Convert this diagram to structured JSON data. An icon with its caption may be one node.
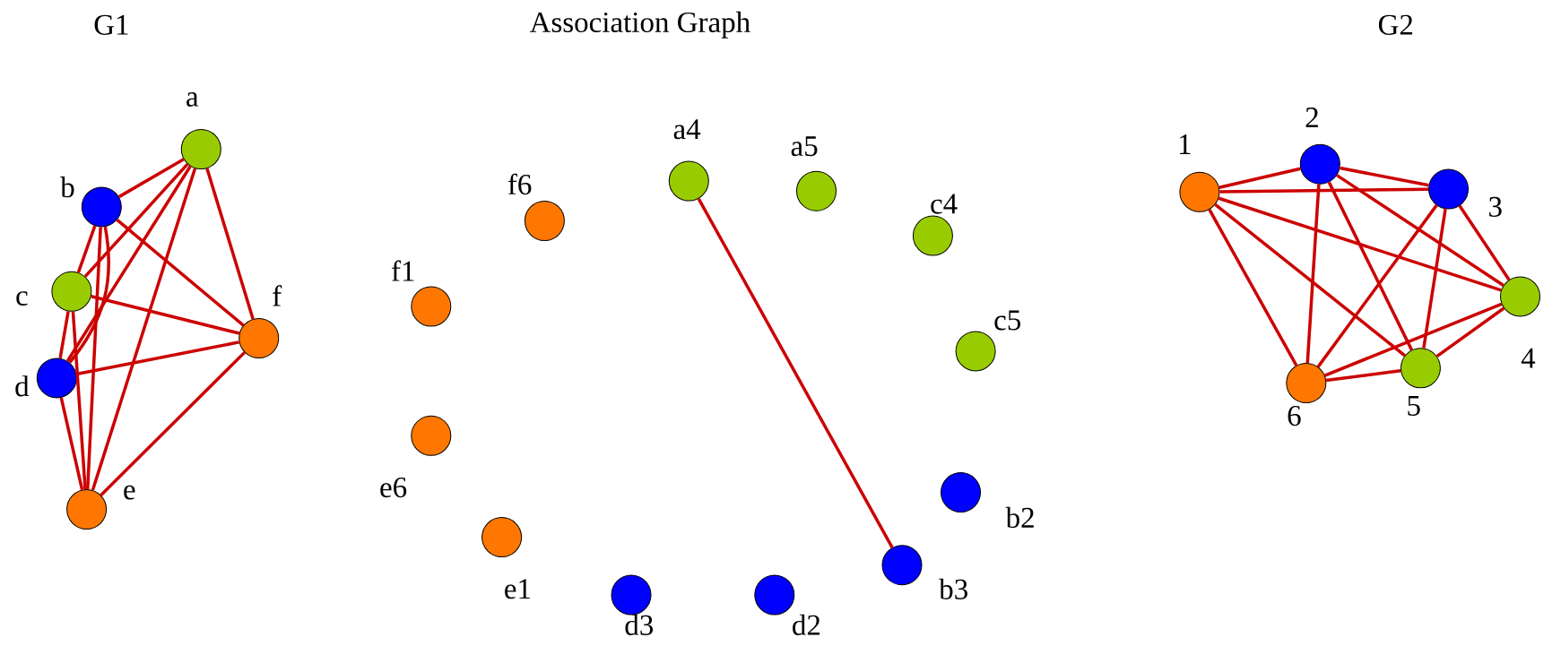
{
  "diagram": {
    "nodes": [
      {
        "text": [
          "a"
        ]
      },
      {
        "text": [
          "b"
        ]
      },
      {
        "text": [
          "c"
        ]
      },
      {
        "text": [
          "d"
        ]
      },
      {
        "text": [
          "e"
        ]
      },
      {
        "text": [
          "f"
        ]
      },
      {
        "text": [
          "a4"
        ]
      },
      {
        "text": [
          "a5"
        ]
      },
      {
        "text": [
          "c4"
        ]
      },
      {
        "text": [
          "c5"
        ]
      },
      {
        "text": [
          "b2"
        ]
      },
      {
        "text": [
          "b3"
        ]
      },
      {
        "text": [
          "d2"
        ]
      },
      {
        "text": [
          "d3"
        ]
      },
      {
        "text": [
          "e1"
        ]
      },
      {
        "text": [
          "e6"
        ]
      },
      {
        "text": [
          "f1"
        ]
      },
      {
        "text": [
          "f6"
        ]
      },
      {
        "text": [
          "1"
        ]
      },
      {
        "text": [
          "2"
        ]
      },
      {
        "text": [
          "3"
        ]
      },
      {
        "text": [
          "4"
        ]
      },
      {
        "text": [
          "5"
        ]
      },
      {
        "text": [
          "6"
        ]
      }
    ],
    "edges": [
      {
        "from": 0,
        "to": 1,
        "arrow": "none"
      },
      {
        "from": 0,
        "to": 2,
        "arrow": "none"
      },
      {
        "from": 0,
        "to": 3,
        "arrow": "none"
      },
      {
        "from": 0,
        "to": 4,
        "arrow": "none"
      },
      {
        "from": 0,
        "to": 5,
        "arrow": "none"
      },
      {
        "from": 1,
        "to": 2,
        "arrow": "none"
      },
      {
        "from": 1,
        "to": 3,
        "arrow": "none"
      },
      {
        "from": 1,
        "to": 4,
        "arrow": "none"
      },
      {
        "from": 1,
        "to": 5,
        "arrow": "none"
      },
      {
        "from": 2,
        "to": 3,
        "arrow": "none"
      },
      {
        "from": 2,
        "to": 4,
        "arrow": "none"
      },
      {
        "from": 2,
        "to": 5,
        "arrow": "none"
      },
      {
        "from": 3,
        "to": 4,
        "arrow": "none"
      },
      {
        "from": 3,
        "to": 5,
        "arrow": "none"
      },
      {
        "from": 4,
        "to": 5,
        "arrow": "none"
      },
      {
        "from": 6,
        "to": 11,
        "arrow": "none"
      },
      {
        "from": 18,
        "to": 19,
        "arrow": "none"
      },
      {
        "from": 18,
        "to": 20,
        "arrow": "none"
      },
      {
        "from": 18,
        "to": 21,
        "arrow": "none"
      },
      {
        "from": 18,
        "to": 22,
        "arrow": "none"
      },
      {
        "from": 18,
        "to": 23,
        "arrow": "none"
      },
      {
        "from": 19,
        "to": 20,
        "arrow": "none"
      },
      {
        "from": 19,
        "to": 21,
        "arrow": "none"
      },
      {
        "from": 19,
        "to": 22,
        "arrow": "none"
      },
      {
        "from": 19,
        "to": 23,
        "arrow": "none"
      },
      {
        "from": 20,
        "to": 21,
        "arrow": "none"
      },
      {
        "from": 20,
        "to": 22,
        "arrow": "none"
      },
      {
        "from": 20,
        "to": 23,
        "arrow": "none"
      },
      {
        "from": 21,
        "to": 22,
        "arrow": "none"
      },
      {
        "from": 21,
        "to": 23,
        "arrow": "none"
      },
      {
        "from": 22,
        "to": 23,
        "arrow": "none"
      }
    ],
    "labels": [
      "G1",
      "Association Graph",
      "G2"
    ]
  }
}
